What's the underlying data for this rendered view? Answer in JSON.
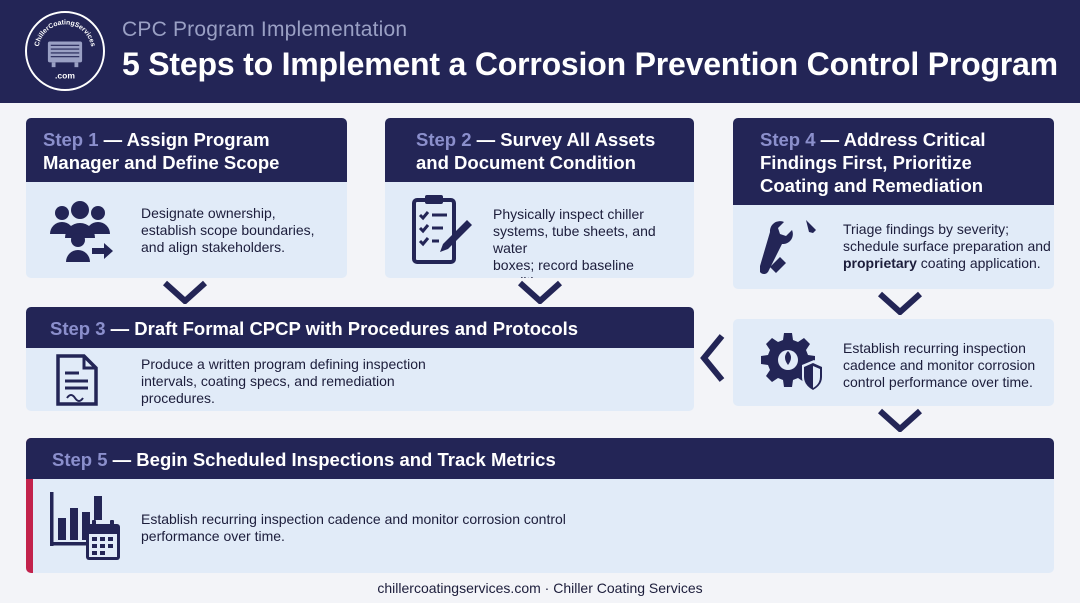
{
  "header": {
    "subtitle": "CPC Program Implementation",
    "title": "5 Steps to Implement a Corrosion Prevention Control Program",
    "logo_text_top": "ChillerCoatingServices",
    "logo_text_bottom": ".com"
  },
  "steps": {
    "s1": {
      "num": "Step 1",
      "title": "— Assign Program",
      "title2": "Manager and Define Scope",
      "body": [
        "Designate ownership,",
        "establish scope boundaries,",
        "and align stakeholders."
      ]
    },
    "s2": {
      "num": "Step 2",
      "title": "— Survey All Assets",
      "title2": "and Document Condition",
      "body": [
        "Physically inspect chiller",
        "systems, tube sheets, and water",
        "boxes; record baseline condition."
      ]
    },
    "s4": {
      "num": "Step 4",
      "title": "— Address Critical",
      "title2": "Findings First, Prioritize",
      "title3": "Coating and Remediation",
      "body1": "Triage findings by severity;",
      "body2": "schedule surface preparation and",
      "body3_bold": "proprietary",
      "body3_rest": " coating application."
    },
    "s3": {
      "num": "Step 3",
      "title": "— Draft Formal CPCP with Procedures and Protocols",
      "body": [
        "Produce a written program defining inspection",
        "intervals, coating specs, and remediation",
        "procedures."
      ]
    },
    "s4b": {
      "body": [
        "Establish recurring inspection",
        "cadence and monitor corrosion",
        "control performance over time."
      ]
    },
    "s5": {
      "num": "Step 5",
      "title": "— Begin Scheduled Inspections and Track Metrics",
      "body": [
        "Establish recurring inspection cadence and monitor corrosion control",
        "performance over time."
      ]
    }
  },
  "footer": {
    "text": "chillercoatingservices.com · Chiller Coating Services"
  },
  "colors": {
    "navy": "#232556",
    "card": "#e1ebf8",
    "accent": "#c2224c",
    "step_num": "#8b8fcc"
  },
  "icons": [
    "team-icon",
    "checklist-icon",
    "tools-icon",
    "document-icon",
    "gear-shield-icon",
    "calendar-chart-icon"
  ]
}
